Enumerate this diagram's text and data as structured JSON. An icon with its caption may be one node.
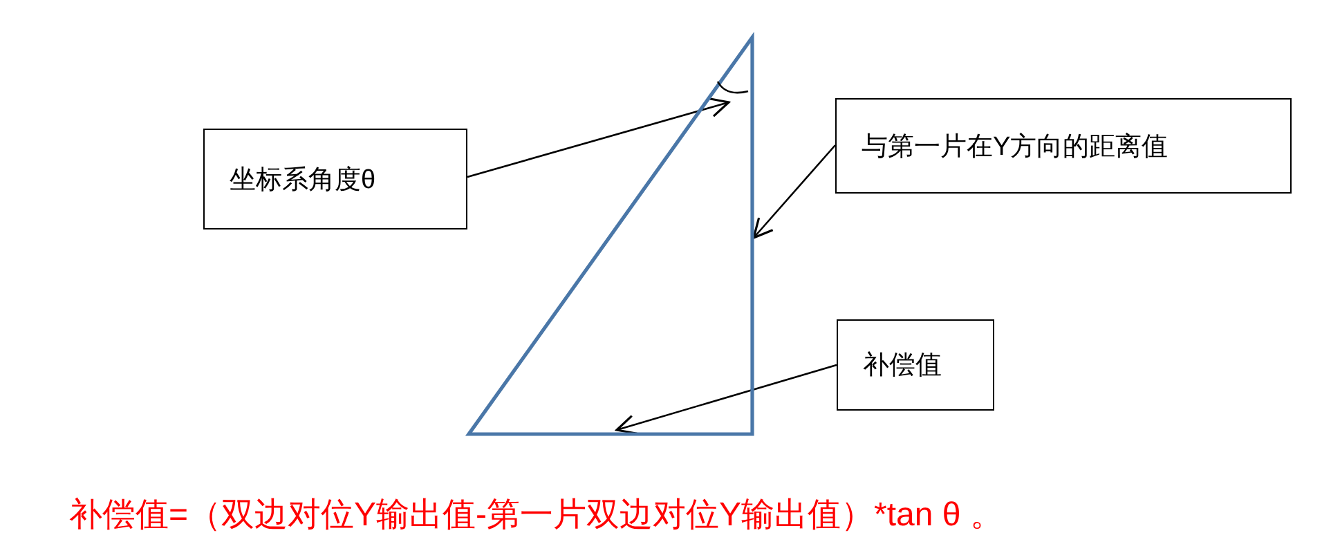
{
  "diagram": {
    "nodes": [
      {
        "text": [
          "坐标系角度θ"
        ]
      },
      {
        "text": [
          "与第一片在Y方向的距离值"
        ]
      },
      {
        "text": [
          "补偿值"
        ]
      },
      {
        "text": [],
        "shape": "triangle"
      },
      {
        "text": [],
        "shape": "arc",
        "in": 3
      }
    ],
    "edges": [
      {
        "from": 0,
        "to": 4,
        "arrow": "to"
      },
      {
        "from": 1,
        "to": 3,
        "arrow": "to"
      },
      {
        "from": 2,
        "to": 3,
        "arrow": "to"
      }
    ],
    "labels": [
      "补偿值=（双边对位Y输出值-第一片双边对位Y输出值）*tan θ 。"
    ]
  }
}
